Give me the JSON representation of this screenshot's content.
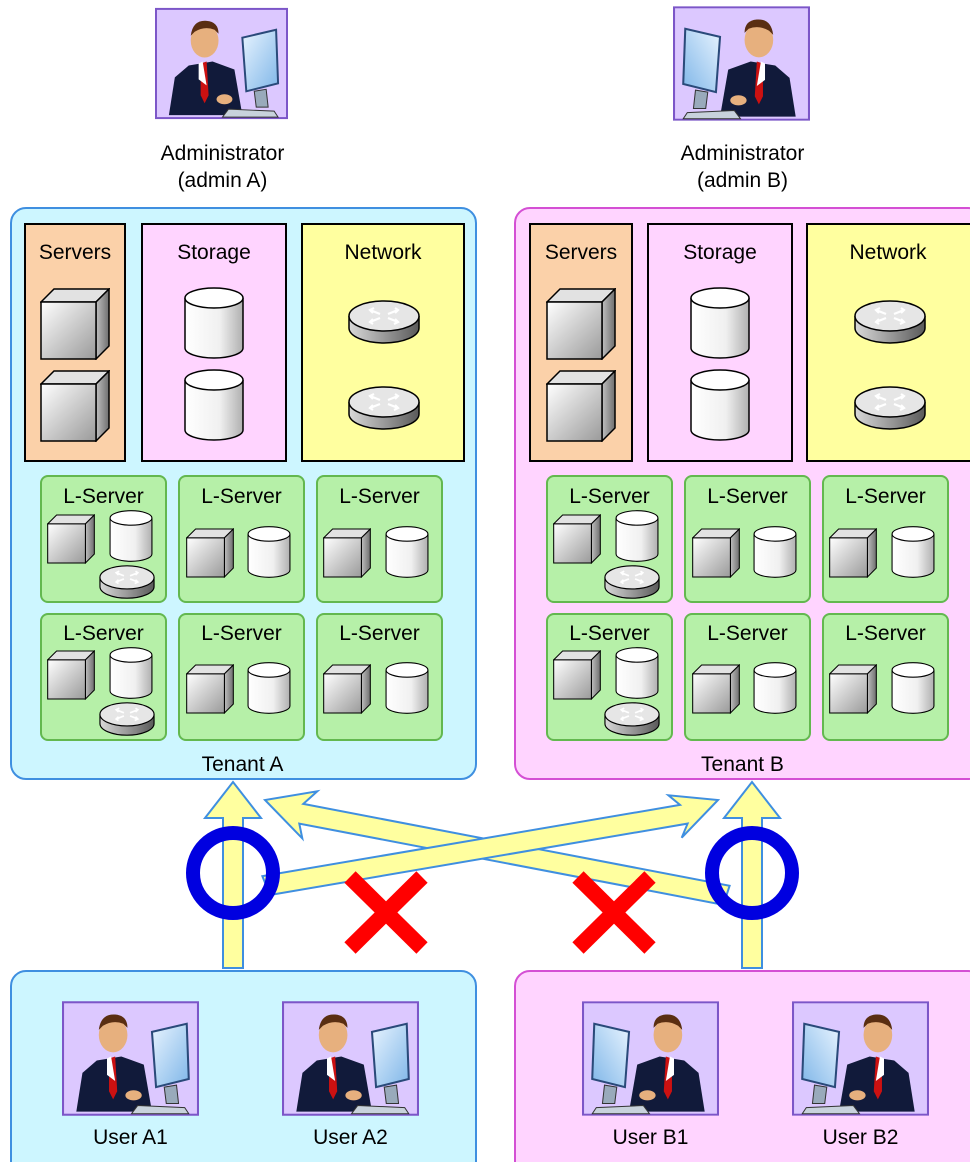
{
  "admins": [
    {
      "name": "Administrator",
      "id": "(admin A)"
    },
    {
      "name": "Administrator",
      "id": "(admin B)"
    }
  ],
  "tenants": [
    {
      "label": "Tenant A",
      "resources": {
        "servers": "Servers",
        "storage": "Storage",
        "network": "Network"
      },
      "lservers": [
        "L-Server",
        "L-Server",
        "L-Server",
        "L-Server",
        "L-Server",
        "L-Server"
      ]
    },
    {
      "label": "Tenant B",
      "resources": {
        "servers": "Servers",
        "storage": "Storage",
        "network": "Network"
      },
      "lservers": [
        "L-Server",
        "L-Server",
        "L-Server",
        "L-Server",
        "L-Server",
        "L-Server"
      ]
    }
  ],
  "users": [
    {
      "label": "User A1"
    },
    {
      "label": "User A2"
    },
    {
      "label": "User B1"
    },
    {
      "label": "User B2"
    }
  ],
  "access": {
    "allowed_symbol": "circle",
    "denied_symbol": "cross"
  },
  "colors": {
    "tenant_a_fill": "#cdf6ff",
    "tenant_b_fill": "#ffd4ff",
    "servers_fill": "#fbd1a9",
    "storage_fill": "#ffd4ff",
    "network_fill": "#ffff9f",
    "lserver_fill": "#b6f0a8",
    "arrow_fill": "#ffff9f",
    "allowed": "#0000e0",
    "denied": "#ff0000"
  }
}
